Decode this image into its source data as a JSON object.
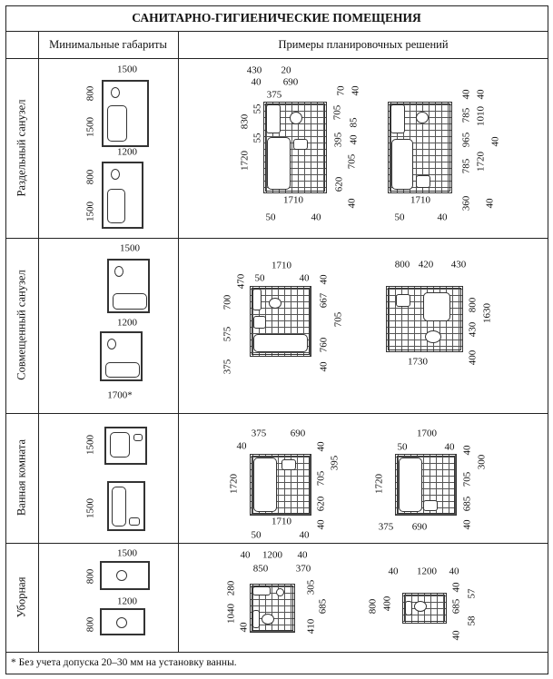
{
  "title": "САНИТАРНО-ГИГИЕНИЧЕСКИЕ ПОМЕЩЕНИЯ",
  "headers": {
    "min": "Минимальные габариты",
    "examples": "Примеры планировочных решений"
  },
  "rows": [
    {
      "label": "Раздельный санузел",
      "min": [
        "1500",
        "800",
        "1500",
        "1200",
        "800",
        "1500"
      ],
      "exA": [
        "430",
        "20",
        "40",
        "690",
        "375",
        "830",
        "55",
        "55",
        "1720",
        "70",
        "40",
        "705",
        "85",
        "395",
        "40",
        "705",
        "620",
        "40",
        "1710",
        "50",
        "40"
      ],
      "exB": [
        "40",
        "40",
        "785",
        "1010",
        "965",
        "1720",
        "40",
        "785",
        "360",
        "40",
        "1710",
        "50",
        "40"
      ]
    },
    {
      "label": "Совмещенный санузел",
      "min": [
        "1500",
        "1200",
        "1700*"
      ],
      "exA": [
        "1710",
        "470",
        "50",
        "40",
        "700",
        "575",
        "375",
        "40",
        "667",
        "705",
        "760",
        "40"
      ],
      "exB": [
        "800",
        "420",
        "430",
        "800",
        "1630",
        "430",
        "400",
        "1730"
      ]
    },
    {
      "label": "Ванная комната",
      "min": [
        "1500",
        "1500"
      ],
      "exA": [
        "375",
        "690",
        "40",
        "1720",
        "40",
        "395",
        "705",
        "620",
        "40",
        "1710",
        "50",
        "40"
      ],
      "exB": [
        "1700",
        "50",
        "40",
        "1720",
        "40",
        "300",
        "705",
        "685",
        "40",
        "375",
        "690"
      ]
    },
    {
      "label": "Уборная",
      "min": [
        "1500",
        "800",
        "1200",
        "800"
      ],
      "exA": [
        "40",
        "1200",
        "40",
        "850",
        "370",
        "280",
        "1040",
        "40",
        "305",
        "685",
        "410"
      ],
      "exB": [
        "40",
        "1200",
        "40",
        "800",
        "400",
        "40",
        "57",
        "685",
        "58",
        "40"
      ]
    }
  ],
  "footnote": "* Без учета допуска 20–30 мм на установку ванны."
}
